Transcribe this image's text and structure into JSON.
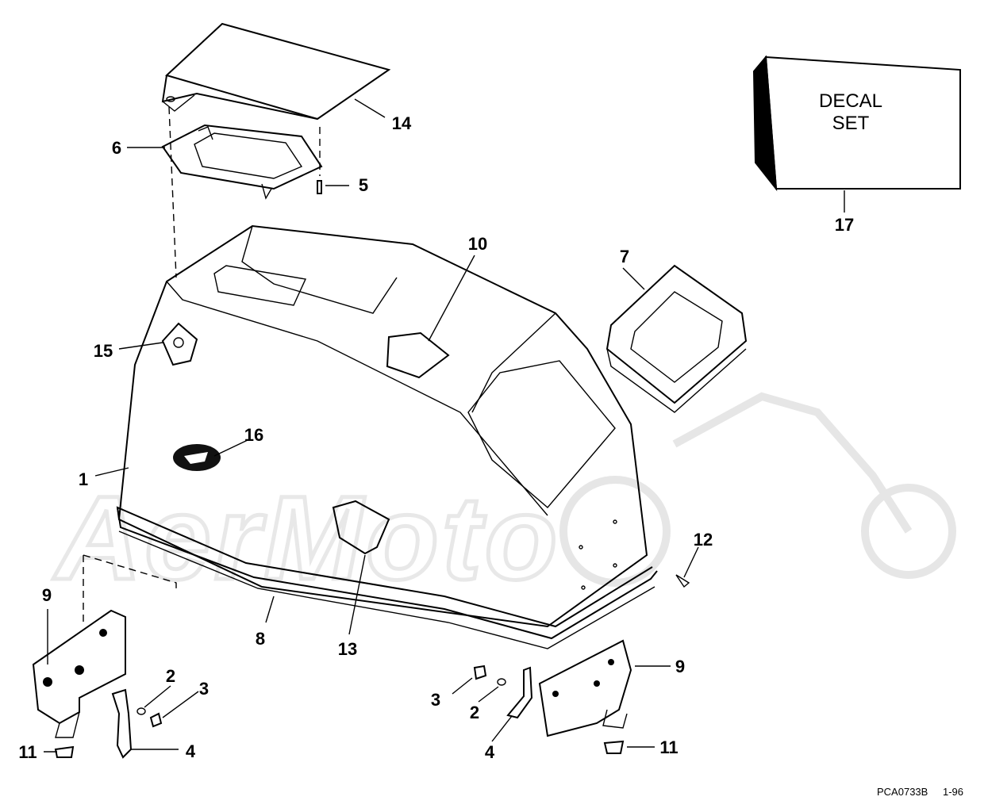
{
  "decal": {
    "line1": "DECAL",
    "line2": "SET"
  },
  "callouts": {
    "c1": "1",
    "c2a": "2",
    "c2b": "2",
    "c3a": "3",
    "c3b": "3",
    "c4a": "4",
    "c4b": "4",
    "c5": "5",
    "c6": "6",
    "c7": "7",
    "c8": "8",
    "c9a": "9",
    "c9b": "9",
    "c10": "10",
    "c11a": "11",
    "c11b": "11",
    "c12": "12",
    "c13": "13",
    "c14": "14",
    "c15": "15",
    "c16": "16",
    "c17": "17"
  },
  "footer": {
    "code": "PCA0733B",
    "date": "1-96"
  }
}
